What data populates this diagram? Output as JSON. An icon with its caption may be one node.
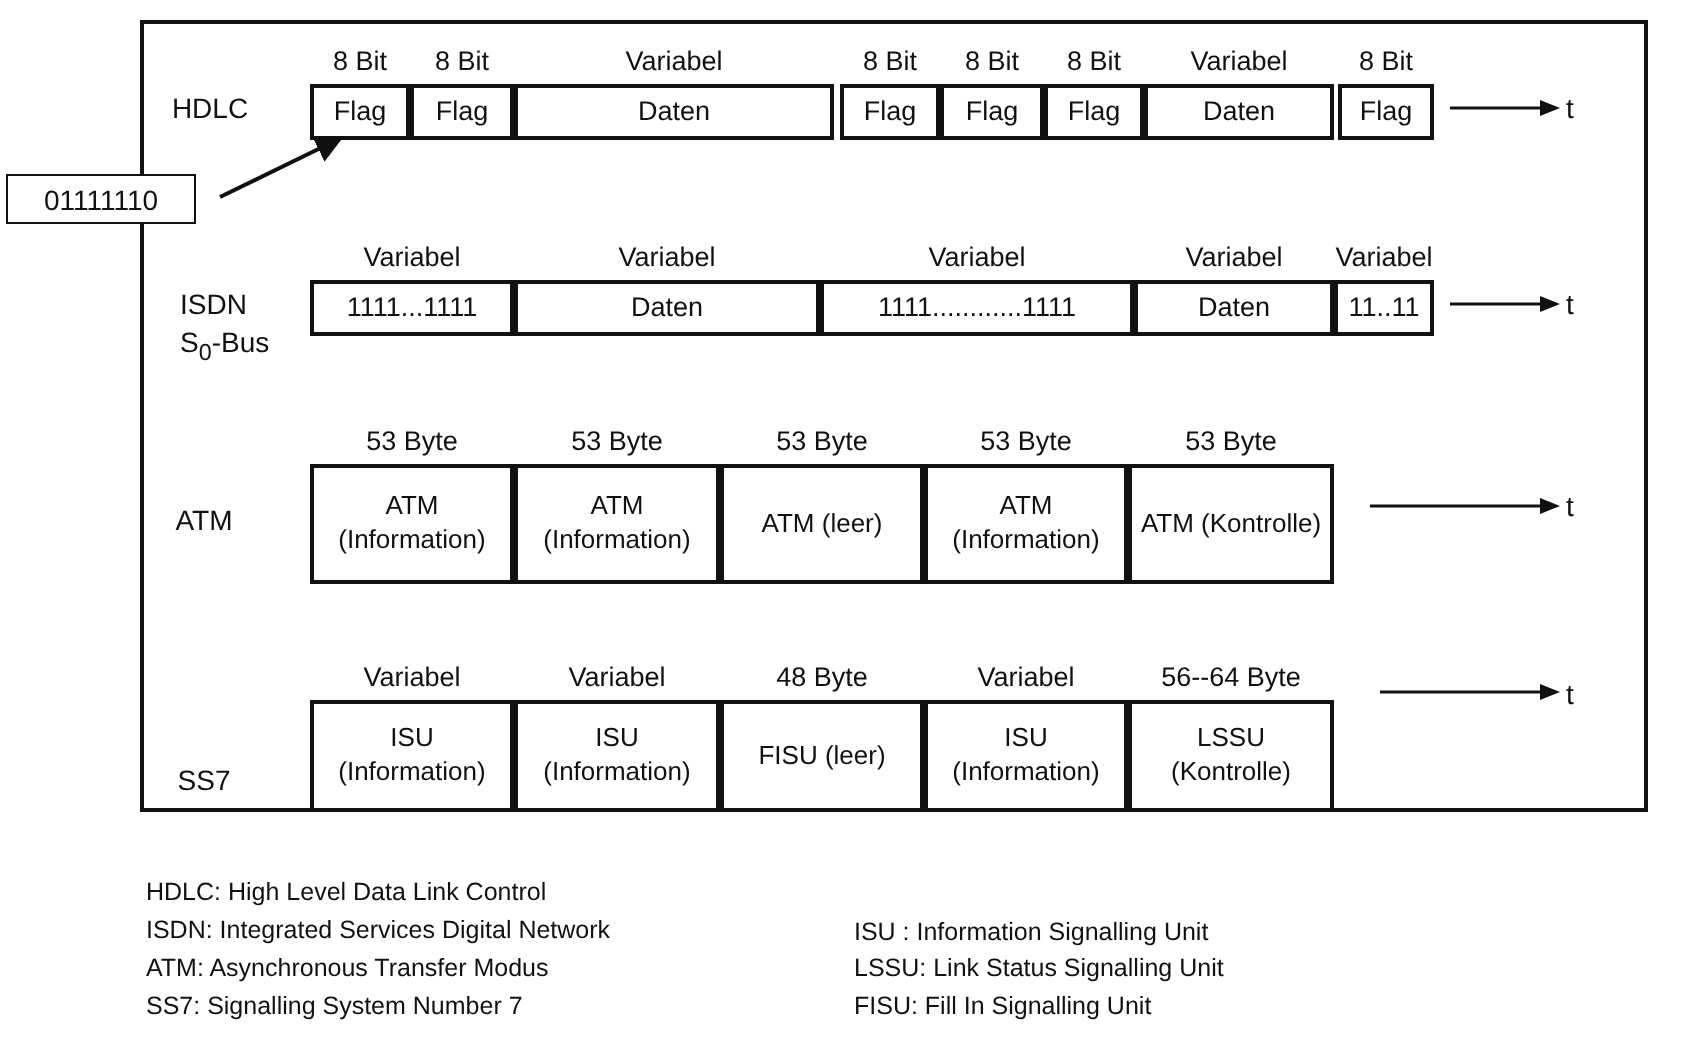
{
  "diagram": {
    "nodes": [
      {
        "text": [],
        "shape": "box"
      },
      {
        "text": [
          "Flag"
        ],
        "beside": [
          "8 Bit"
        ],
        "in": 0
      },
      {
        "text": [
          "Flag"
        ],
        "beside": [
          "8 Bit"
        ],
        "in": 0
      },
      {
        "text": [
          "Daten"
        ],
        "beside": [
          "Variabel"
        ],
        "in": 0
      },
      {
        "text": [
          "Flag"
        ],
        "beside": [
          "8 Bit"
        ],
        "in": 0
      },
      {
        "text": [
          "Flag"
        ],
        "beside": [
          "8 Bit"
        ],
        "in": 0
      },
      {
        "text": [
          "Flag"
        ],
        "beside": [
          "8 Bit"
        ],
        "in": 0
      },
      {
        "text": [
          "Daten"
        ],
        "beside": [
          "Variabel"
        ],
        "in": 0
      },
      {
        "text": [
          "Flag"
        ],
        "beside": [
          "8 Bit"
        ],
        "in": 0
      },
      {
        "text": [
          "01111110"
        ]
      },
      {
        "text": [
          "1111...1111"
        ],
        "beside": [
          "Variabel"
        ],
        "in": 0
      },
      {
        "text": [
          "Daten"
        ],
        "beside": [
          "Variabel"
        ],
        "in": 0
      },
      {
        "text": [
          "1111............1111"
        ],
        "beside": [
          "Variabel"
        ],
        "in": 0
      },
      {
        "text": [
          "Daten"
        ],
        "beside": [
          "Variabel"
        ],
        "in": 0
      },
      {
        "text": [
          "11..11"
        ],
        "beside": [
          "Variabel"
        ],
        "in": 0
      },
      {
        "text": [
          "ATM (Information)"
        ],
        "beside": [
          "53 Byte"
        ],
        "in": 0
      },
      {
        "text": [
          "ATM (Information)"
        ],
        "beside": [
          "53 Byte"
        ],
        "in": 0
      },
      {
        "text": [
          "ATM (leer)"
        ],
        "beside": [
          "53 Byte"
        ],
        "in": 0
      },
      {
        "text": [
          "ATM (Information)"
        ],
        "beside": [
          "53 Byte"
        ],
        "in": 0
      },
      {
        "text": [
          "ATM (Kontrolle)"
        ],
        "beside": [
          "53 Byte"
        ],
        "in": 0
      },
      {
        "text": [
          "ISU (Information)"
        ],
        "beside": [
          "Variabel"
        ],
        "in": 0
      },
      {
        "text": [
          "ISU (Information)"
        ],
        "beside": [
          "Variabel"
        ],
        "in": 0
      },
      {
        "text": [
          "FISU (leer)"
        ],
        "beside": [
          "48 Byte"
        ],
        "in": 0
      },
      {
        "text": [
          "ISU (Information)"
        ],
        "beside": [
          "Variabel"
        ],
        "in": 0
      },
      {
        "text": [
          "LSSU (Kontrolle)"
        ],
        "beside": [
          "56--64 Byte"
        ],
        "in": 0
      }
    ],
    "edges": [
      {
        "from": 9,
        "to": 1,
        "arrow": "to"
      }
    ],
    "labels": [
      "HDLC",
      "t",
      "ISDN S$_{0}$-Bus",
      "t",
      "ATM",
      "t",
      "SS7",
      "t",
      "HDLC: High Level Data Link Control",
      "ISDN: Integrated Services Digital Network",
      "ISU : Information Signalling Unit",
      "ATM: Asynchronous Transfer Modus",
      "LSSU: Link Status Signalling Unit",
      "SS7: Signalling System Number 7",
      "FISU: Fill In Signalling Unit"
    ]
  }
}
